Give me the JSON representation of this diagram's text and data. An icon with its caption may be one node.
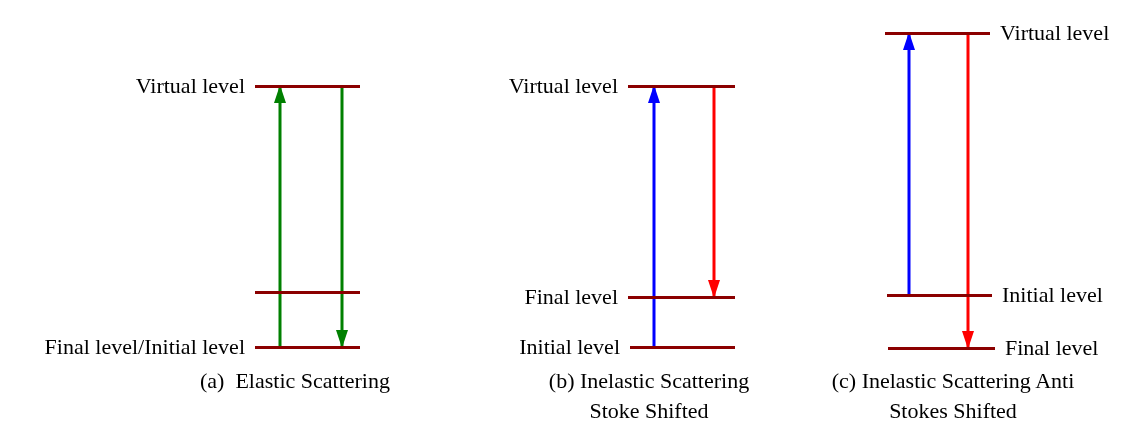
{
  "diagram": {
    "nodes": [
      {
        "text": [
          "Virtual level"
        ]
      },
      {
        "text": [],
        "shape": "bar"
      },
      {
        "text": [
          "Final level/Initial level"
        ]
      },
      {
        "text": [
          "Virtual level"
        ]
      },
      {
        "text": [
          "Final level"
        ]
      },
      {
        "text": [
          "Initial level"
        ]
      },
      {
        "text": [
          "Virtual level"
        ]
      },
      {
        "text": [
          "Initial level"
        ]
      },
      {
        "text": [
          "Final level"
        ]
      }
    ],
    "edges": [
      {
        "from": 2,
        "to": 0,
        "arrow": "to",
        "color": "#008000"
      },
      {
        "from": 0,
        "to": 2,
        "arrow": "to",
        "color": "#008000"
      },
      {
        "from": 5,
        "to": 3,
        "arrow": "to",
        "color": "#0000ff"
      },
      {
        "from": 3,
        "to": 4,
        "arrow": "to",
        "color": "#ff0000"
      },
      {
        "from": 7,
        "to": 6,
        "arrow": "to",
        "color": "#0000ff"
      },
      {
        "from": 6,
        "to": 8,
        "arrow": "to",
        "color": "#ff0000"
      }
    ],
    "labels": [
      "(a)  Elastic Scattering",
      "(b) Inelastic Scattering Stoke Shifted",
      "(c) Inelastic Scattering Anti Stokes Shifted"
    ]
  }
}
